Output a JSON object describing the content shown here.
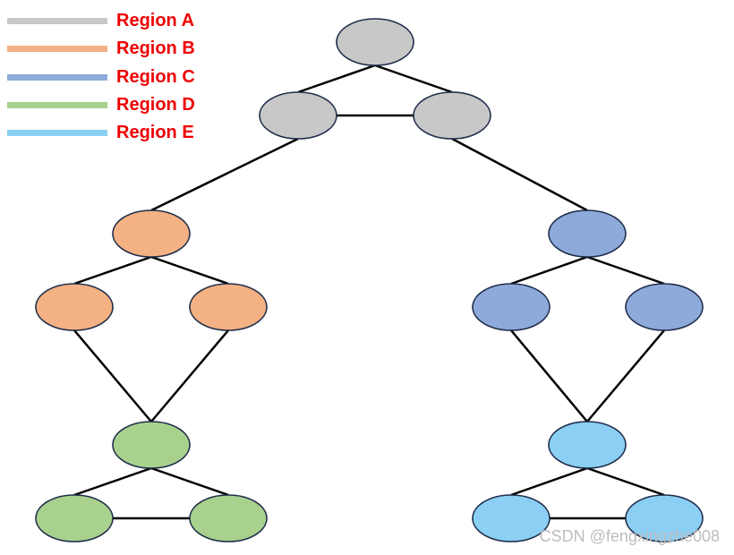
{
  "legend": [
    {
      "label": "Region A",
      "color": "#c8c8c8"
    },
    {
      "label": "Region B",
      "color": "#f4b183"
    },
    {
      "label": "Region C",
      "color": "#8eaadb"
    },
    {
      "label": "Region D",
      "color": "#a9d18e"
    },
    {
      "label": "Region E",
      "color": "#8ccff4"
    }
  ],
  "diagram": {
    "nodes": [
      {
        "id": "a1",
        "region": "A"
      },
      {
        "id": "a2",
        "region": "A"
      },
      {
        "id": "a3",
        "region": "A"
      },
      {
        "id": "b1",
        "region": "B"
      },
      {
        "id": "b2",
        "region": "B"
      },
      {
        "id": "b3",
        "region": "B"
      },
      {
        "id": "c1",
        "region": "C"
      },
      {
        "id": "c2",
        "region": "C"
      },
      {
        "id": "c3",
        "region": "C"
      },
      {
        "id": "d1",
        "region": "D"
      },
      {
        "id": "d2",
        "region": "D"
      },
      {
        "id": "d3",
        "region": "D"
      },
      {
        "id": "e1",
        "region": "E"
      },
      {
        "id": "e2",
        "region": "E"
      },
      {
        "id": "e3",
        "region": "E"
      }
    ],
    "edges": [
      [
        "a1",
        "a2"
      ],
      [
        "a1",
        "a3"
      ],
      [
        "a2",
        "a3"
      ],
      [
        "a2",
        "b1"
      ],
      [
        "a3",
        "c1"
      ],
      [
        "b1",
        "b2"
      ],
      [
        "b1",
        "b3"
      ],
      [
        "c1",
        "c2"
      ],
      [
        "c1",
        "c3"
      ],
      [
        "b2",
        "d1"
      ],
      [
        "b3",
        "d1"
      ],
      [
        "c2",
        "e1"
      ],
      [
        "c3",
        "e1"
      ],
      [
        "d1",
        "d2"
      ],
      [
        "d1",
        "d3"
      ],
      [
        "d2",
        "d3"
      ],
      [
        "e1",
        "e2"
      ],
      [
        "e1",
        "e3"
      ],
      [
        "e2",
        "e3"
      ]
    ],
    "node_border_color": "#1f2d4a"
  },
  "watermark": "CSDN @fengxingzhe008"
}
